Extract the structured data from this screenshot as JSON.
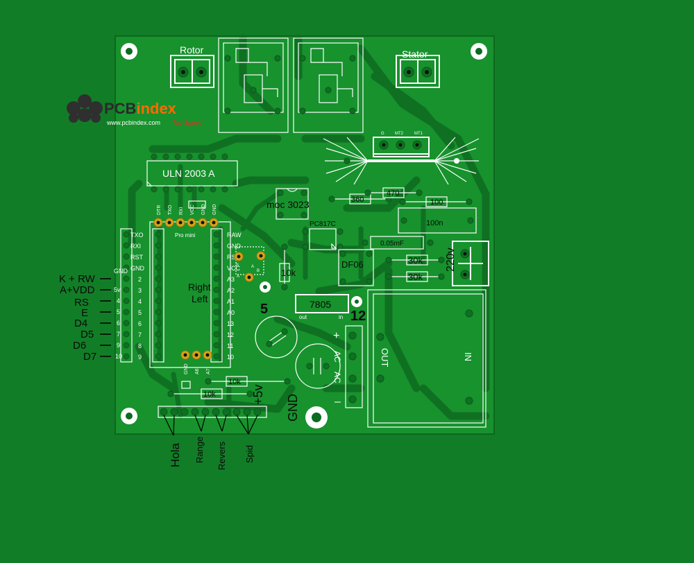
{
  "logo": {
    "brand": "PCBindex",
    "url": "www.pcbindex.com",
    "tagline": "Top Speed",
    "colors": {
      "pcb": "#2a2a2a",
      "index": "#ff6a00",
      "tagline": "#ff2222"
    }
  },
  "colors": {
    "background": "#127d27",
    "copper_fill": "#17922d",
    "traces": "#0f7022",
    "silkscreen": "#ffffff",
    "gold_pads": "#d7a21a"
  },
  "connectors": {
    "rotor": "Rotor",
    "stator": "Stator",
    "ac_220": "220v"
  },
  "components": {
    "uln": "ULN 2003 A",
    "moc": "moc 3023",
    "pc817": "PC817C",
    "r360": "360",
    "r470": "470",
    "r100": "100",
    "cap100n": "100n",
    "cap005": "0.05mF",
    "bridge": "DF06",
    "r30k_1": "30k",
    "r30k_2": "30k",
    "r10k_v": "10k",
    "reg": "7805",
    "reg_out": "out",
    "reg_in": "in",
    "r10k_a": "10k",
    "r10k_b": "10k",
    "triac_pins": [
      "G",
      "MT2",
      "MT1"
    ],
    "transformer_out": "OUT",
    "transformer_in": "IN"
  },
  "promini": {
    "title": "Pro mini",
    "top_pins": [
      "DTR",
      "TXO",
      "RXI",
      "VCC",
      "GND",
      "GND"
    ],
    "left_pins": [
      "TXO",
      "RXI",
      "RST",
      "GND",
      "2",
      "3",
      "4",
      "5",
      "6",
      "7",
      "8",
      "9"
    ],
    "right_pins": [
      "RAW",
      "GND",
      "RST",
      "VCC",
      "A3",
      "A2",
      "A1",
      "A0",
      "13",
      "12",
      "11",
      "10"
    ],
    "bottom_pins": [
      "GND",
      "A6",
      "A7"
    ]
  },
  "lcd_labels": [
    {
      "name": "K + RW",
      "pin": "GND"
    },
    {
      "name": "A+VDD",
      "pin": "5v"
    },
    {
      "name": "RS",
      "pin": "4"
    },
    {
      "name": "E",
      "pin": "5"
    },
    {
      "name": "D4",
      "pin": "6"
    },
    {
      "name": "D5",
      "pin": "7"
    },
    {
      "name": "D6",
      "pin": "9"
    },
    {
      "name": "D7",
      "pin": "10"
    }
  ],
  "board_text": {
    "right": "Right",
    "left": "Left",
    "num5": "5",
    "num12": "12",
    "plus5v": "+5v",
    "gnd": "GND",
    "ac1": "AC",
    "ac2": "AC",
    "plus": "+",
    "minus": "–",
    "small_a1": "A",
    "small_a2": "A",
    "small_b": "B",
    "small_s": "S"
  },
  "bottom_labels": [
    "Hola",
    "Range",
    "Revers",
    "Spid"
  ]
}
